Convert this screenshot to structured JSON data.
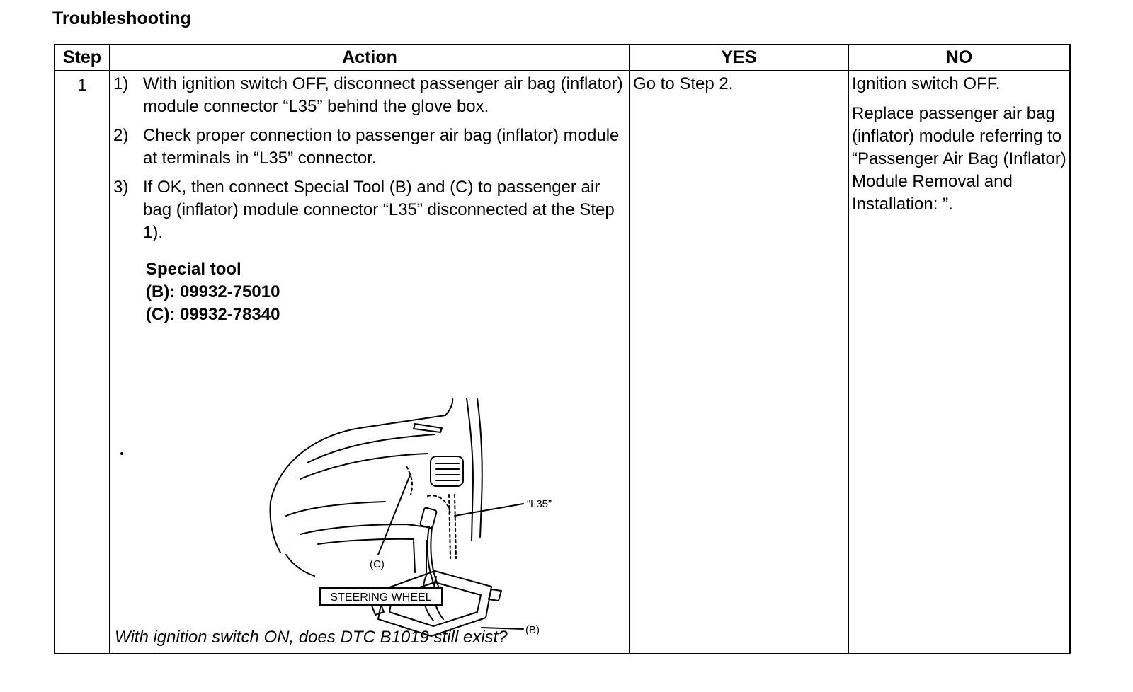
{
  "heading": "Troubleshooting",
  "table": {
    "headers": {
      "step": "Step",
      "action": "Action",
      "yes": "YES",
      "no": "NO"
    },
    "row": {
      "step": "1",
      "actions": [
        {
          "num": "1)",
          "text": "With ignition switch OFF, disconnect passenger air bag (inflator) module connector “L35” behind the glove box."
        },
        {
          "num": "2)",
          "text": "Check proper connection to passenger air bag (inflator) module at terminals in “L35” connector."
        },
        {
          "num": "3)",
          "text": "If OK, then connect Special Tool (B) and (C) to passenger air bag (inflator) module connector “L35” disconnected at the Step 1)."
        }
      ],
      "special_tool": {
        "title": "Special tool",
        "b": "(B):  09932-75010",
        "c": "(C):  09932-78340"
      },
      "figure": {
        "label_l35": "“L35”",
        "label_c": "(C)",
        "label_b": "(B)",
        "label_steering": "STEERING WHEEL"
      },
      "question": "With ignition switch ON, does DTC B1019 still exist?",
      "yes": "Go to Step 2.",
      "no": [
        "Ignition switch OFF.",
        "Replace passenger air bag (inflator) module referring to “Passenger Air Bag (Inflator) Module Removal and Installation: ”."
      ]
    }
  }
}
